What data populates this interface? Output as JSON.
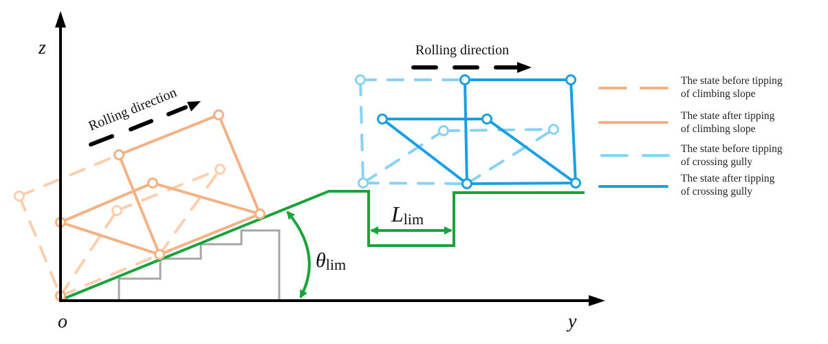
{
  "colors": {
    "axis": "#000000",
    "ground": "#1aa33a",
    "stairs": "#a6a6a6",
    "climb_before": "#fbcfae",
    "climb_after": "#f4b183",
    "gully_before": "#88d2f4",
    "gully_after": "#1a9fe4"
  },
  "axes": {
    "z_label": "z",
    "y_label": "y",
    "origin_label": "o"
  },
  "annotations": {
    "rolling_direction_slope": "Rolling direction",
    "rolling_direction_gully": "Rolling direction",
    "theta_symbol": "θ",
    "theta_subscript": "lim",
    "length_symbol": "L",
    "length_subscript": "lim"
  },
  "legend": [
    {
      "style": "dashed",
      "color_key": "climb_before",
      "line1": "The state before tipping",
      "line2": "of climbing slope"
    },
    {
      "style": "solid",
      "color_key": "climb_after",
      "line1": "The state after tipping",
      "line2": "of climbing slope"
    },
    {
      "style": "dashed",
      "color_key": "gully_before",
      "line1": "The state before tipping",
      "line2": "of crossing gully"
    },
    {
      "style": "solid",
      "color_key": "gully_after",
      "line1": "The state after tipping",
      "line2": "of crossing gully"
    }
  ]
}
